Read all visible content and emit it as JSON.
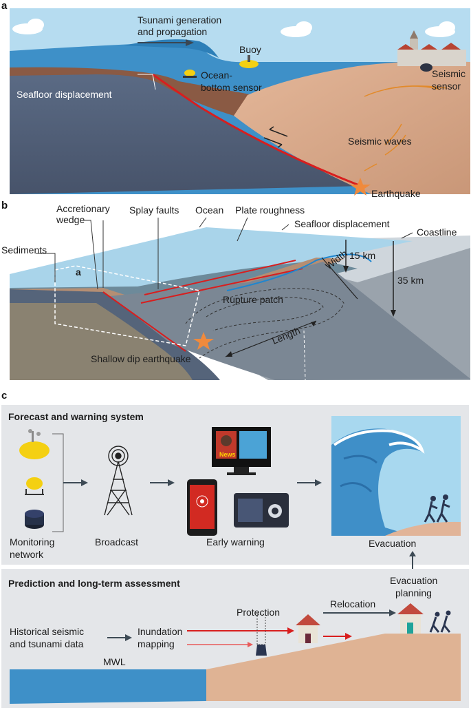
{
  "panel_a": {
    "letter": "a",
    "labels": {
      "tsunami1": "Tsunami generation",
      "tsunami2": "and propagation",
      "buoy": "Buoy",
      "ocean_sensor1": "Ocean-",
      "ocean_sensor2": "bottom sensor",
      "seafloor": "Seafloor displacement",
      "seismic_sensor1": "Seismic",
      "seismic_sensor2": "sensor",
      "seismic_waves": "Seismic waves",
      "earthquake": "Earthquake"
    }
  },
  "panel_b": {
    "letter": "b",
    "labels": {
      "accretionary1": "Accretionary",
      "accretionary2": "wedge",
      "splay": "Splay faults",
      "ocean": "Ocean",
      "roughness": "Plate roughness",
      "seafloor": "Seafloor displacement",
      "coastline": "Coastline",
      "sediments": "Sediments",
      "depth15": "15 km",
      "depth35": "35 km",
      "width": "Width",
      "rupture": "Rupture patch",
      "length": "Length",
      "shallow": "Shallow dip earthquake",
      "inset": "a"
    }
  },
  "panel_c": {
    "letter": "c",
    "forecast_title": "Forecast and warning system",
    "monitoring1": "Monitoring",
    "monitoring2": "network",
    "broadcast": "Broadcast",
    "early_warning": "Early warning",
    "news": "News",
    "evacuation": "Evacuation",
    "prediction_title": "Prediction and long-term assessment",
    "evac_planning1": "Evacuation",
    "evac_planning2": "planning",
    "protection": "Protection",
    "relocation": "Relocation",
    "historical1": "Historical seismic",
    "historical2": "and tsunami data",
    "inundation1": "Inundation",
    "inundation2": "mapping",
    "mwl": "MWL"
  },
  "colors": {
    "sky": "#a9d8ee",
    "ocean": "#3d8fc6",
    "plate": "#56647a",
    "crust": "#d6a98a",
    "fault": "#d81e1e",
    "panel_bg": "#e4e6e9",
    "arrow": "#3d4a55",
    "buoy": "#f4d012"
  }
}
